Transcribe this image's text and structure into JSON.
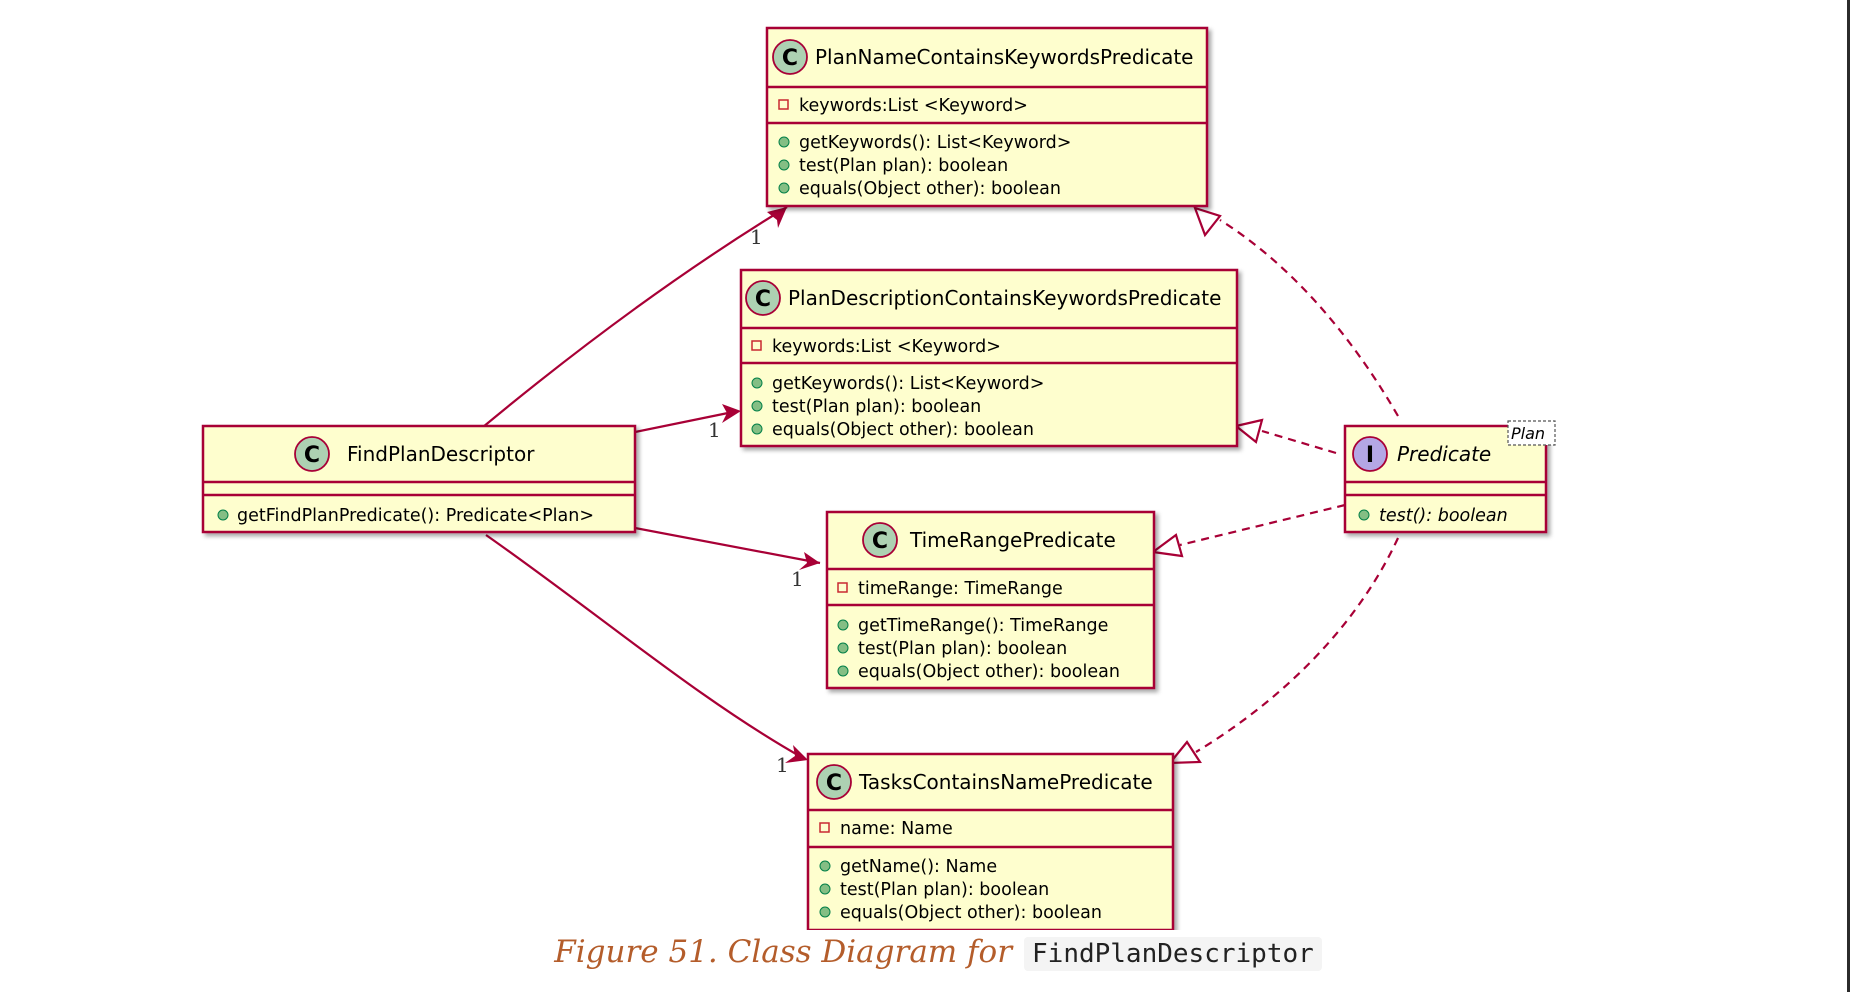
{
  "classes": {
    "find_plan_descriptor": {
      "badge": "C",
      "name": "FindPlanDescriptor",
      "methods": [
        "getFindPlanPredicate(): Predicate<Plan>"
      ]
    },
    "plan_name_predicate": {
      "badge": "C",
      "name": "PlanNameContainsKeywordsPredicate",
      "fields": [
        "keywords:List <Keyword>"
      ],
      "methods": [
        "getKeywords(): List<Keyword>",
        "test(Plan plan): boolean",
        "equals(Object other): boolean"
      ]
    },
    "plan_description_predicate": {
      "badge": "C",
      "name": "PlanDescriptionContainsKeywordsPredicate",
      "fields": [
        "keywords:List <Keyword>"
      ],
      "methods": [
        "getKeywords(): List<Keyword>",
        "test(Plan plan): boolean",
        "equals(Object other): boolean"
      ]
    },
    "time_range_predicate": {
      "badge": "C",
      "name": "TimeRangePredicate",
      "fields": [
        "timeRange: TimeRange"
      ],
      "methods": [
        "getTimeRange(): TimeRange",
        "test(Plan plan): boolean",
        "equals(Object other): boolean"
      ]
    },
    "tasks_name_predicate": {
      "badge": "C",
      "name": "TasksContainsNamePredicate",
      "fields": [
        "name: Name"
      ],
      "methods": [
        "getName(): Name",
        "test(Plan plan): boolean",
        "equals(Object other): boolean"
      ]
    },
    "predicate_interface": {
      "badge": "I",
      "name": "Predicate",
      "type_param": "Plan",
      "methods": [
        "test(): boolean"
      ]
    }
  },
  "multiplicity": "1",
  "caption": {
    "text": "Figure 51. Class Diagram for",
    "code": "FindPlanDescriptor"
  },
  "colors": {
    "box_fill": "#fefece",
    "border": "#a80036",
    "class_badge": "#add1b2",
    "interface_badge": "#b4a7e5",
    "public_marker": "#84be84",
    "private_marker": "#c82930",
    "caption": "#b45d2b"
  }
}
